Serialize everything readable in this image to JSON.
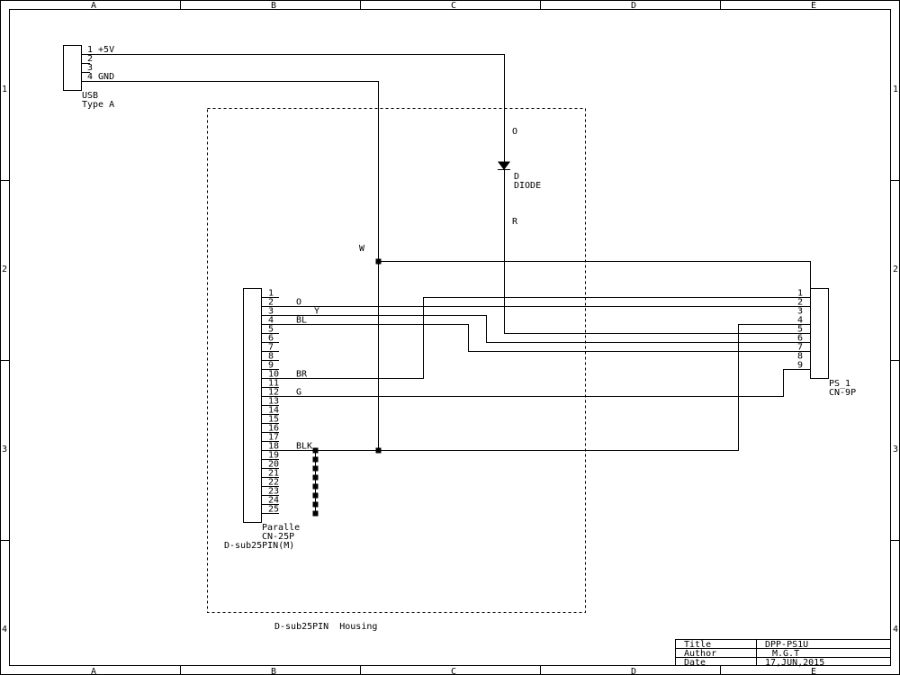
{
  "frame": {
    "columns": [
      "A",
      "B",
      "C",
      "D",
      "E"
    ],
    "rows": [
      "1",
      "2",
      "3",
      "4"
    ]
  },
  "usb": {
    "pins": [
      "1 +5V",
      "2",
      "3",
      "4 GND"
    ],
    "name": "USB",
    "type": "Type A"
  },
  "diode": {
    "label_top": "O",
    "ref": "D",
    "name": "DIODE",
    "label_bottom": "R"
  },
  "net_w_label": "W",
  "parallel": {
    "pins": [
      "1",
      "2",
      "3",
      "4",
      "5",
      "6",
      "7",
      "8",
      "9",
      "10",
      "11",
      "12",
      "13",
      "14",
      "15",
      "16",
      "17",
      "18",
      "19",
      "20",
      "21",
      "22",
      "23",
      "24",
      "25"
    ],
    "wire_labels": [
      {
        "pin": "2",
        "text": "O"
      },
      {
        "pin": "3",
        "text": "Y"
      },
      {
        "pin": "4",
        "text": "BL"
      },
      {
        "pin": "10",
        "text": "BR"
      },
      {
        "pin": "12",
        "text": "G"
      },
      {
        "pin": "18",
        "text": "BLK"
      }
    ],
    "name": "Paralle",
    "ref": "CN-25P",
    "type": "D-sub25PIN(M)"
  },
  "ps": {
    "pins": [
      "1",
      "2",
      "3",
      "4",
      "5",
      "6",
      "7",
      "8",
      "9"
    ],
    "name": "PS_1",
    "ref": "CN-9P"
  },
  "housing_label": "D-sub25PIN  Housing",
  "title_block": {
    "title_label": "Title",
    "title_value": "DPP-PS1U",
    "author_label": "Author",
    "author_value": "M.G.T",
    "date_label": "Date",
    "date_value": "17,JUN,2015"
  }
}
